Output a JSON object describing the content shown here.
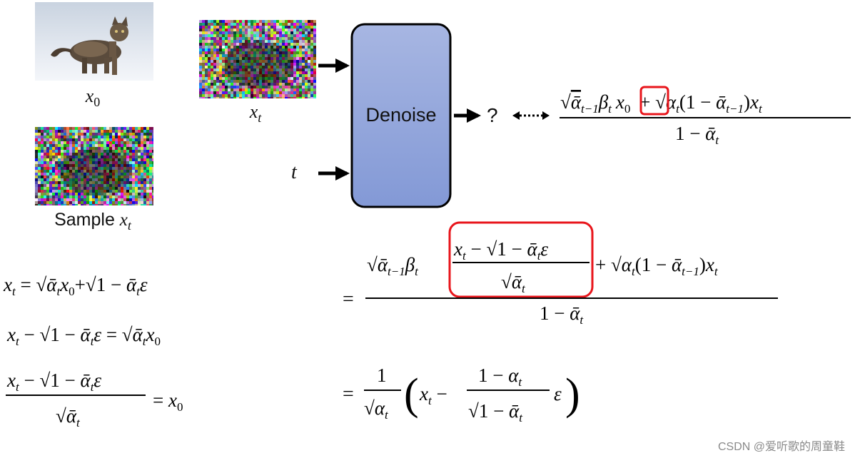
{
  "images": {
    "x0_label": "x",
    "x0_sub": "0",
    "xt_label": "x",
    "xt_sub": "t",
    "sample_label": "Sample ",
    "sample_var": "x",
    "sample_sub": "t"
  },
  "diagram": {
    "denoise_label": "Denoise",
    "t_input": "t",
    "question": "?"
  },
  "colors": {
    "box_top": "#a7b6e2",
    "box_bottom": "#8399d6",
    "highlight": "#e8151b",
    "arrow": "#000000"
  },
  "equations": {
    "top_right": "√(ᾱ_{t−1}) β_t x_0 + √(α_t)(1 − ᾱ_{t−1}) x_t / (1 − ᾱ_t)",
    "left_1": "x_t = √(ᾱ_t) x_0 + √(1 − ᾱ_t) ε",
    "left_2": "x_t − √(1 − ᾱ_t) ε = √(ᾱ_t) x_0",
    "left_3": "(x_t − √(1 − ᾱ_t) ε) / √(ᾱ_t) = x_0",
    "right_2": "= [√(ᾱ_{t−1}) β_t (x_t − √(1 − ᾱ_t) ε)/√(ᾱ_t) + √(α_t)(1 − ᾱ_{t−1}) x_t] / (1 − ᾱ_t)",
    "right_3": "= 1/√(α_t) ( x_t − (1 − α_t)/√(1 − ᾱ_t) ε )"
  },
  "watermark": "CSDN @爱听歌的周童鞋"
}
